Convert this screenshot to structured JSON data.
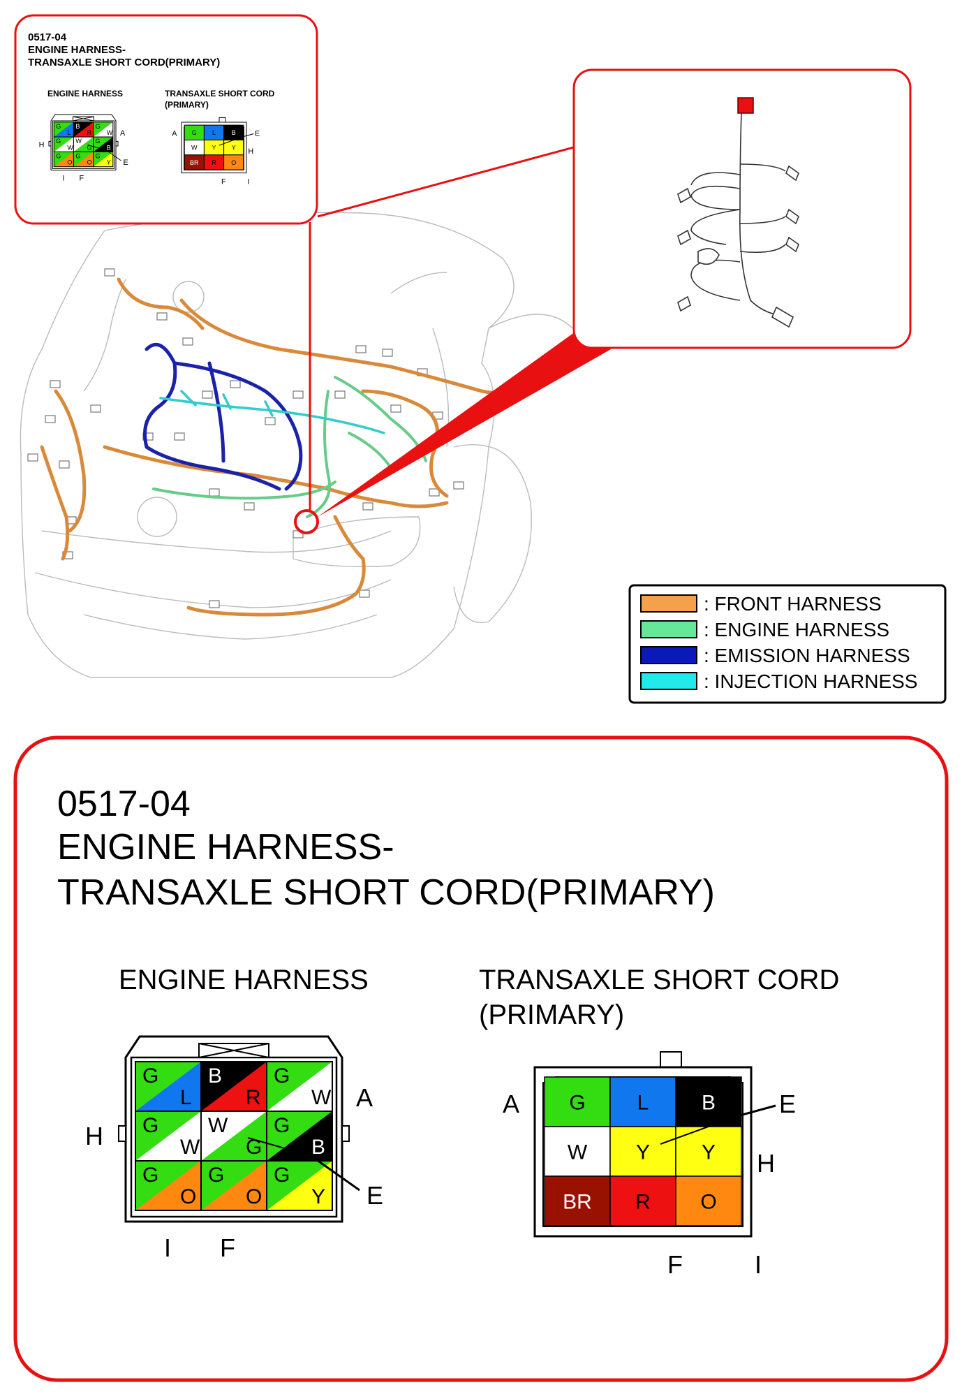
{
  "connector": {
    "code": "0517-04",
    "title_line1": "ENGINE HARNESS-",
    "title_line2": "TRANSAXLE SHORT CORD(PRIMARY)",
    "left_name": "ENGINE HARNESS",
    "right_name_line1": "TRANSAXLE SHORT CORD",
    "right_name_line2": "(PRIMARY)"
  },
  "left_connector": {
    "cells": [
      {
        "top": "G",
        "top_color": "#33dd11",
        "bottom": "L",
        "bottom_color": "#1177ee"
      },
      {
        "top": "B",
        "top_color": "#000000",
        "bottom": "R",
        "bottom_color": "#ee1111"
      },
      {
        "top": "G",
        "top_color": "#33dd11",
        "bottom": "W",
        "bottom_color": "#ffffff"
      },
      {
        "top": "G",
        "top_color": "#33dd11",
        "bottom": "W",
        "bottom_color": "#ffffff"
      },
      {
        "top": "W",
        "top_color": "#ffffff",
        "bottom": "G",
        "bottom_color": "#33dd11"
      },
      {
        "top": "G",
        "top_color": "#33dd11",
        "bottom": "B",
        "bottom_color": "#000000"
      },
      {
        "top": "G",
        "top_color": "#33dd11",
        "bottom": "O",
        "bottom_color": "#ff8811"
      },
      {
        "top": "G",
        "top_color": "#33dd11",
        "bottom": "O",
        "bottom_color": "#ff8811"
      },
      {
        "top": "G",
        "top_color": "#33dd11",
        "bottom": "Y",
        "bottom_color": "#ffff11"
      }
    ],
    "label_a": "A",
    "label_h": "H",
    "label_e": "E",
    "label_i": "I",
    "label_f": "F"
  },
  "right_connector": {
    "cells": [
      {
        "text": "G",
        "color": "#33dd11"
      },
      {
        "text": "L",
        "color": "#1177ee"
      },
      {
        "text": "B",
        "color": "#000000"
      },
      {
        "text": "W",
        "color": "#ffffff"
      },
      {
        "text": "Y",
        "color": "#ffff11"
      },
      {
        "text": "Y",
        "color": "#ffff11"
      },
      {
        "text": "BR",
        "color": "#991100"
      },
      {
        "text": "R",
        "color": "#ee1111"
      },
      {
        "text": "O",
        "color": "#ff8811"
      }
    ],
    "label_a": "A",
    "label_e": "E",
    "label_h": "H",
    "label_f": "F",
    "label_i": "I"
  },
  "legend": [
    {
      "label": ": FRONT HARNESS",
      "color": "#f5a04a"
    },
    {
      "label": ": ENGINE HARNESS",
      "color": "#66e899"
    },
    {
      "label": ": EMISSION HARNESS",
      "color": "#0a1ab8"
    },
    {
      "label": ": INJECTION HARNESS",
      "color": "#22eaea"
    }
  ],
  "colors": {
    "callout_red": "#e81010",
    "front_harness": "#d88a3a",
    "engine_harness": "#66cc88",
    "emission_harness": "#1a22aa",
    "injection_harness": "#33cccc"
  }
}
